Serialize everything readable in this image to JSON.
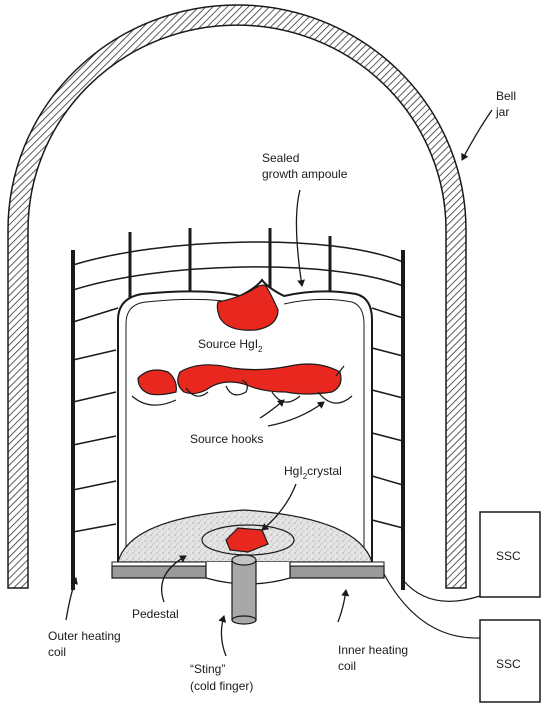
{
  "labels": {
    "bell_jar_1": "Bell",
    "bell_jar_2": "jar",
    "ampoule_1": "Sealed",
    "ampoule_2": "growth ampoule",
    "source_prefix": "Source HgI",
    "source_sub": "2",
    "hooks": "Source hooks",
    "crystal_prefix": "HgI",
    "crystal_sub": "2",
    "crystal_suffix": "crystal",
    "pedestal": "Pedestal",
    "outer_coil_1": "Outer heating",
    "outer_coil_2": "coil",
    "inner_coil_1": "Inner heating",
    "inner_coil_2": "coil",
    "sting_1": "“Sting”",
    "sting_2": "(cold finger)",
    "ssc_top": "SSC",
    "ssc_bottom": "SSC"
  },
  "colors": {
    "hgi2": "#e8281e",
    "line": "#1a1a1a",
    "pedestal_fill": "#9a9a9a",
    "sting_fill": "#a8a8a8",
    "powder_fill": "#e6e6e6"
  }
}
